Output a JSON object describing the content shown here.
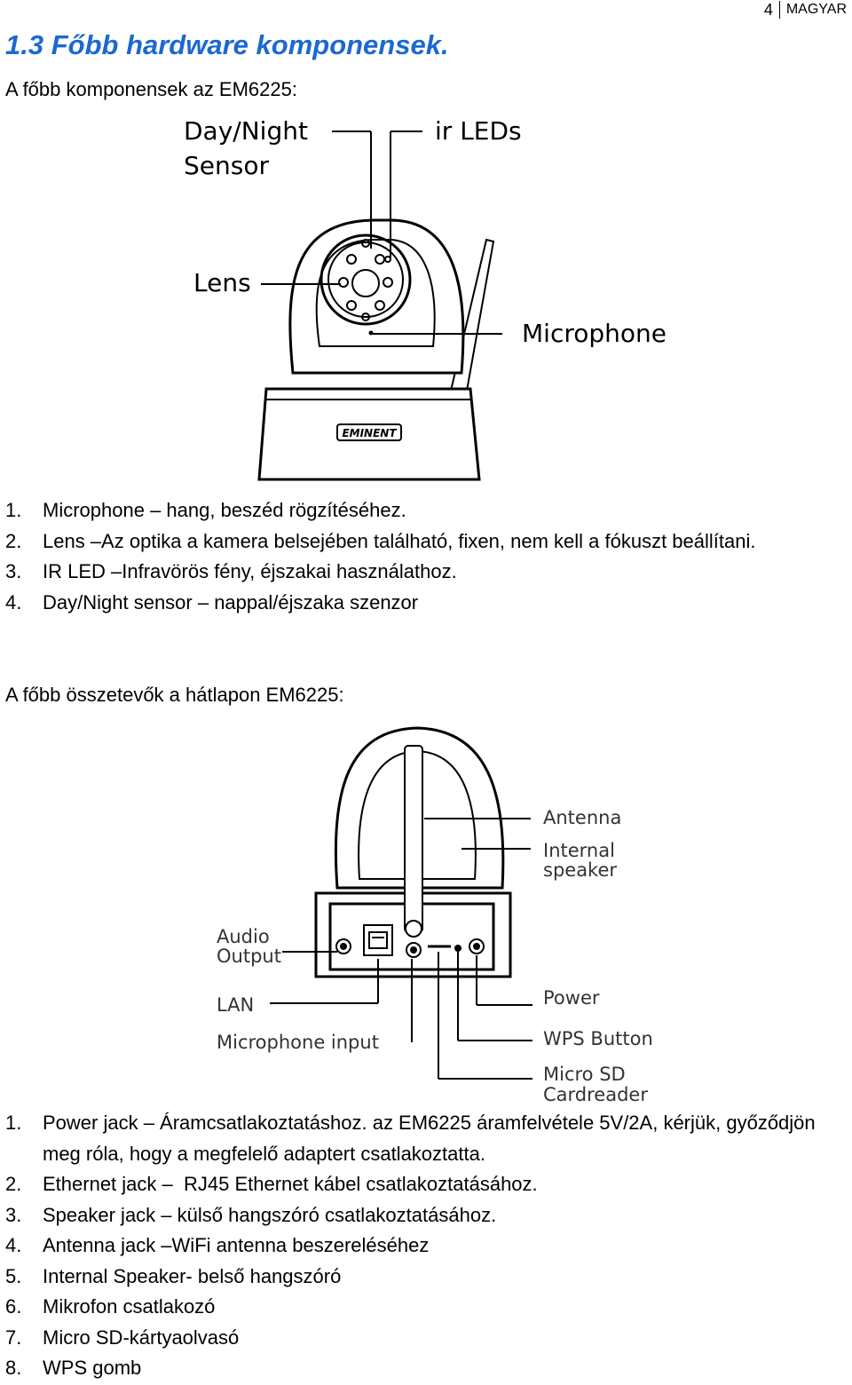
{
  "header": {
    "page_number": "4",
    "language": "MAGYAR"
  },
  "section": {
    "title": "1.3 Főbb hardware komponensek.",
    "front_intro": "A főbb komponensek az EM6225:",
    "back_intro": "A főbb összetevők a hátlapon EM6225:"
  },
  "front_figure": {
    "labels": {
      "day_night_1": "Day/Night",
      "day_night_2": "Sensor",
      "ir_leds": "ir LEDs",
      "lens": "Lens",
      "microphone": "Microphone",
      "brand": "EMINENT"
    }
  },
  "front_list": [
    {
      "num": "1.",
      "text": "Microphone – hang, beszéd rögzítéséhez."
    },
    {
      "num": "2.",
      "text": "Lens –Az optika a kamera belsejében található, fixen, nem kell a fókuszt beállítani."
    },
    {
      "num": "3.",
      "text": "IR LED –Infravörös fény, éjszakai használathoz."
    },
    {
      "num": "4.",
      "text": "Day/Night sensor – nappal/éjszaka szenzor"
    }
  ],
  "back_figure": {
    "labels": {
      "antenna": "Antenna",
      "internal_1": "Internal",
      "internal_2": "speaker",
      "audio_1": "Audio",
      "audio_2": "Output",
      "lan": "LAN",
      "mic_input": "Microphone input",
      "power": "Power",
      "wps": "WPS Button",
      "microsd_1": "Micro SD",
      "microsd_2": "Cardreader"
    }
  },
  "back_list": [
    {
      "num": "1.",
      "text": "Power jack – Áramcsatlakoztatáshoz. az EM6225 áramfelvétele 5V/2A, kérjük, győződjön meg róla, hogy a megfelelő adaptert csatlakoztatta."
    },
    {
      "num": "2.",
      "text": "Ethernet jack –  RJ45 Ethernet kábel csatlakoztatásához."
    },
    {
      "num": "3.",
      "text": "Speaker jack – külső hangszóró csatlakoztatásához."
    },
    {
      "num": "4.",
      "text": "Antenna jack –WiFi antenna beszereléséhez"
    },
    {
      "num": "5.",
      "text": "Internal Speaker- belső hangszóró"
    },
    {
      "num": "6.",
      "text": "Mikrofon csatlakozó"
    },
    {
      "num": "7.",
      "text": "Micro SD-kártyaolvasó"
    },
    {
      "num": "8.",
      "text": "WPS gomb"
    }
  ]
}
